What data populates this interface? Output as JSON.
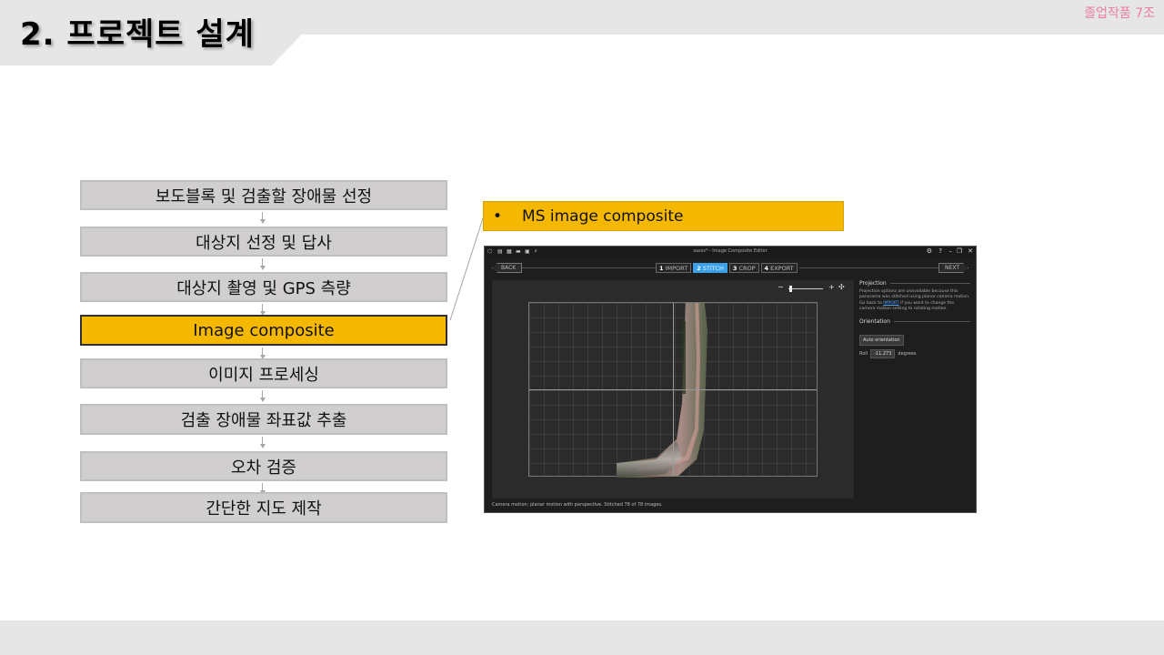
{
  "slide": {
    "title": "2. 프로젝트 설계",
    "team": "졸업작품 7조"
  },
  "flow": {
    "steps": [
      "보도블록 및 검출할 장애물 선정",
      "대상지 선정 및 답사",
      "대상지 촬영 및 GPS 측량",
      "Image composite",
      "이미지 프로세싱",
      "검출 장애물 좌표값 추출",
      "오차 검증",
      "간단한 지도 제작"
    ],
    "active_index": 3
  },
  "callout": {
    "bullet": "•",
    "text": "MS image composite"
  },
  "app": {
    "title": "sasss* - Image Composite Editor",
    "back": "BACK",
    "next": "NEXT",
    "wizard": [
      {
        "num": "1",
        "label": "IMPORT"
      },
      {
        "num": "2",
        "label": "STITCH"
      },
      {
        "num": "3",
        "label": "CROP"
      },
      {
        "num": "4",
        "label": "EXPORT"
      }
    ],
    "wizard_active_index": 1,
    "controls": {
      "help": "?",
      "settings": "⚙",
      "minimize": "–",
      "restore": "❐",
      "close": "✕"
    },
    "zoom": {
      "minus": "−",
      "plus": "+",
      "fit": "✣"
    },
    "panel": {
      "projection_header": "Projection",
      "projection_text_1": "Projection options are unavailable because this panorama was stitched using planar camera motion. Go back to ",
      "projection_link": "IMPORT",
      "projection_text_2": " if you want to change the camera motion setting to rotating motion.",
      "orientation_header": "Orientation",
      "auto_orientation": "Auto orientation",
      "roll_label": "Roll",
      "roll_value": "-11.273",
      "roll_unit": "degrees"
    },
    "status": "Camera motion: planar motion with perspective. Stitched 78 of 78 images."
  }
}
